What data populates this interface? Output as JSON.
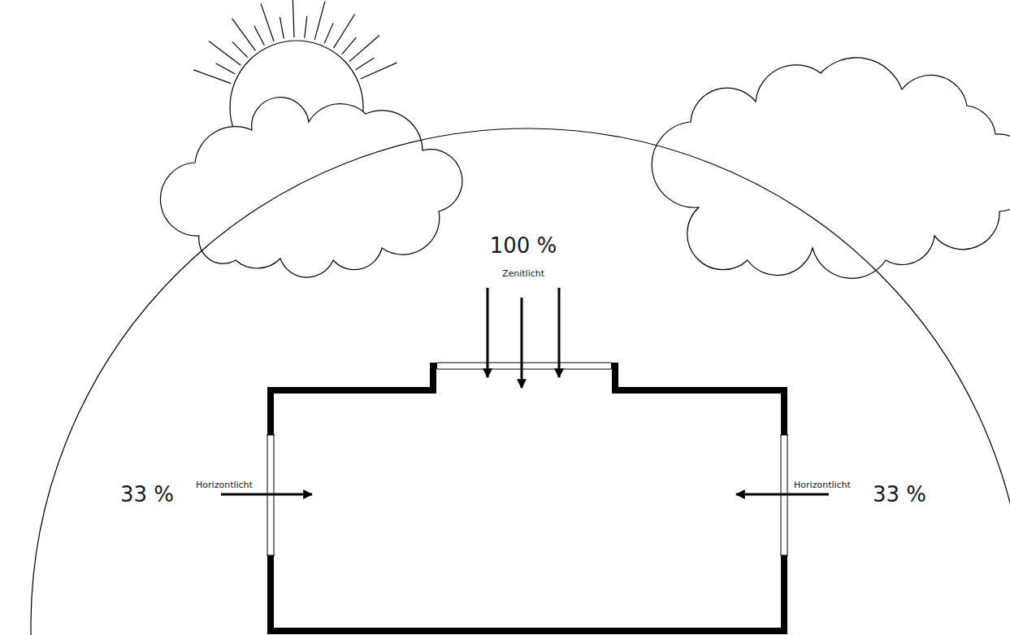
{
  "diagram": {
    "labels": [
      "100 %",
      "Zenitlicht",
      "33 %",
      "Horizontlicht",
      "Horizontlicht",
      "33 %"
    ]
  }
}
